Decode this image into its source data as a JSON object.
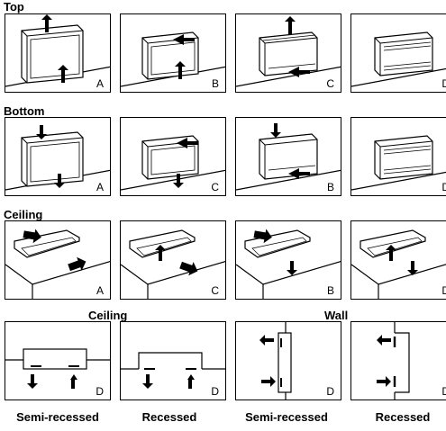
{
  "sections": {
    "top": "Top",
    "bottom": "Bottom",
    "ceiling": "Ceiling",
    "ceiling_sub": "Ceiling",
    "wall_sub": "Wall"
  },
  "captions": {
    "semi_recessed_1": "Semi-recessed",
    "recessed_1": "Recessed",
    "semi_recessed_2": "Semi-recessed",
    "recessed_2": "Recessed"
  },
  "panel_labels": {
    "top": [
      "A",
      "B",
      "C",
      "D"
    ],
    "bottom": [
      "A",
      "C",
      "B",
      "D"
    ],
    "ceiling": [
      "A",
      "C",
      "B",
      "D"
    ],
    "recessed": [
      "D",
      "D",
      "D",
      "D"
    ]
  }
}
